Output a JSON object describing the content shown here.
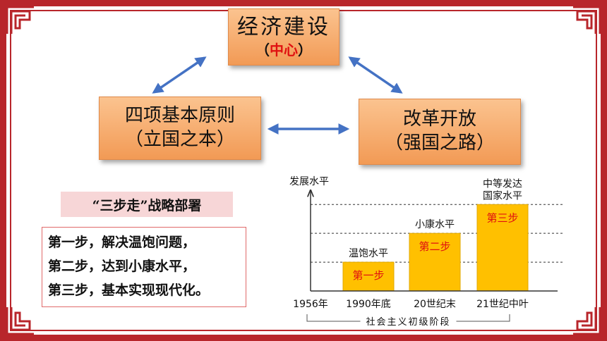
{
  "diagram": {
    "center_box": {
      "title": "经济建设",
      "note_open": "（",
      "note": "中心",
      "note_close": "）"
    },
    "left_box": {
      "title": "四项基本原则",
      "note": "（立国之本）"
    },
    "right_box": {
      "title": "改革开放",
      "note": "（强国之路）"
    }
  },
  "strategy": {
    "title": "“三步走”战略部署",
    "steps": [
      "第一步，解决温饱问题，",
      "第二步，达到小康水平，",
      "第三步，基本实现现代化。"
    ]
  },
  "colors": {
    "frame": "#b8262b",
    "box": "#f6a765",
    "arrow": "#4472c4",
    "bar": "#ffc000",
    "highlight": "#e01010"
  },
  "chart_data": {
    "type": "bar",
    "ylabel": "发展水平",
    "categories": [
      "1956年",
      "1990年底",
      "20世纪末",
      "21世纪中叶"
    ],
    "levels": [
      0,
      1,
      2,
      3
    ],
    "bar_labels": [
      "",
      "第一步",
      "第二步",
      "第三步"
    ],
    "level_labels": [
      "",
      "温饱水平",
      "小康水平",
      "中等发达\n国家水平"
    ],
    "bracket_label": "社会主义初级阶段",
    "ylim": [
      0,
      3.3
    ],
    "grid": "dashed-at-levels"
  }
}
